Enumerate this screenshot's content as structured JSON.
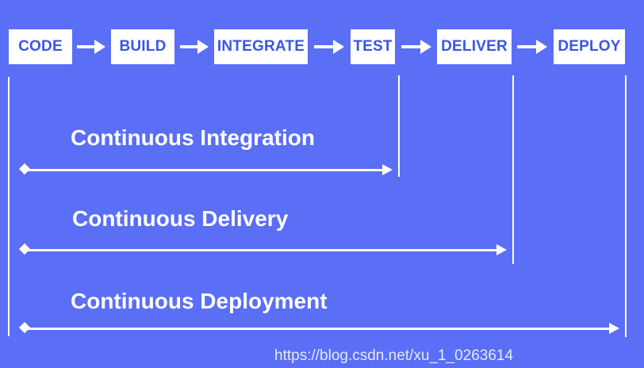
{
  "colors": {
    "background": "#5a6ef6",
    "box_fill": "#ffffff",
    "box_text": "#3b55e6",
    "line": "#ffffff"
  },
  "stages": [
    "CODE",
    "BUILD",
    "INTEGRATE",
    "TEST",
    "DELIVER",
    "DEPLOY"
  ],
  "phases": {
    "integration": "Continuous Integration",
    "delivery": "Continuous Delivery",
    "deployment": "Continuous Deployment"
  },
  "watermark": "https://blog.csdn.net/xu_1_0263614"
}
